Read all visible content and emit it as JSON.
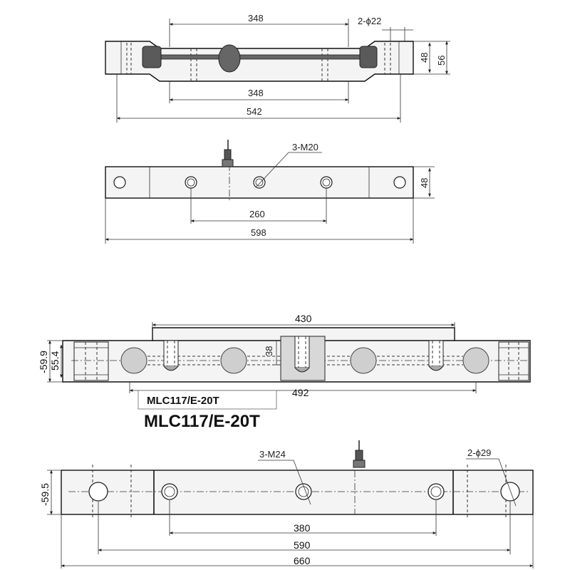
{
  "drawing1": {
    "top_view": {
      "dim_bolt_spacing_top": "348",
      "dim_holes": "2-ϕ22",
      "dim_height_inner": "48",
      "dim_height_outer": "56",
      "dim_bolt_spacing_bottom": "348",
      "dim_length_mid": "542"
    },
    "front_view": {
      "dim_thread": "3-M20",
      "dim_height": "48",
      "dim_hole_spacing": "260",
      "dim_total_length": "598"
    }
  },
  "drawing2": {
    "side_view": {
      "dim_top": "430",
      "dim_left_outer": "-59.9",
      "dim_left_inner": "55.4",
      "dim_center": "38",
      "dim_bottom": "492",
      "model_label_small": "MLC117/E-20T",
      "model_label_large": "MLC117/E-20T"
    },
    "bottom_view": {
      "dim_thread": "3-M24",
      "dim_holes": "2-ϕ29",
      "dim_height": "-59.5",
      "dim_inner": "380",
      "dim_mid": "590",
      "dim_total": "660"
    }
  }
}
